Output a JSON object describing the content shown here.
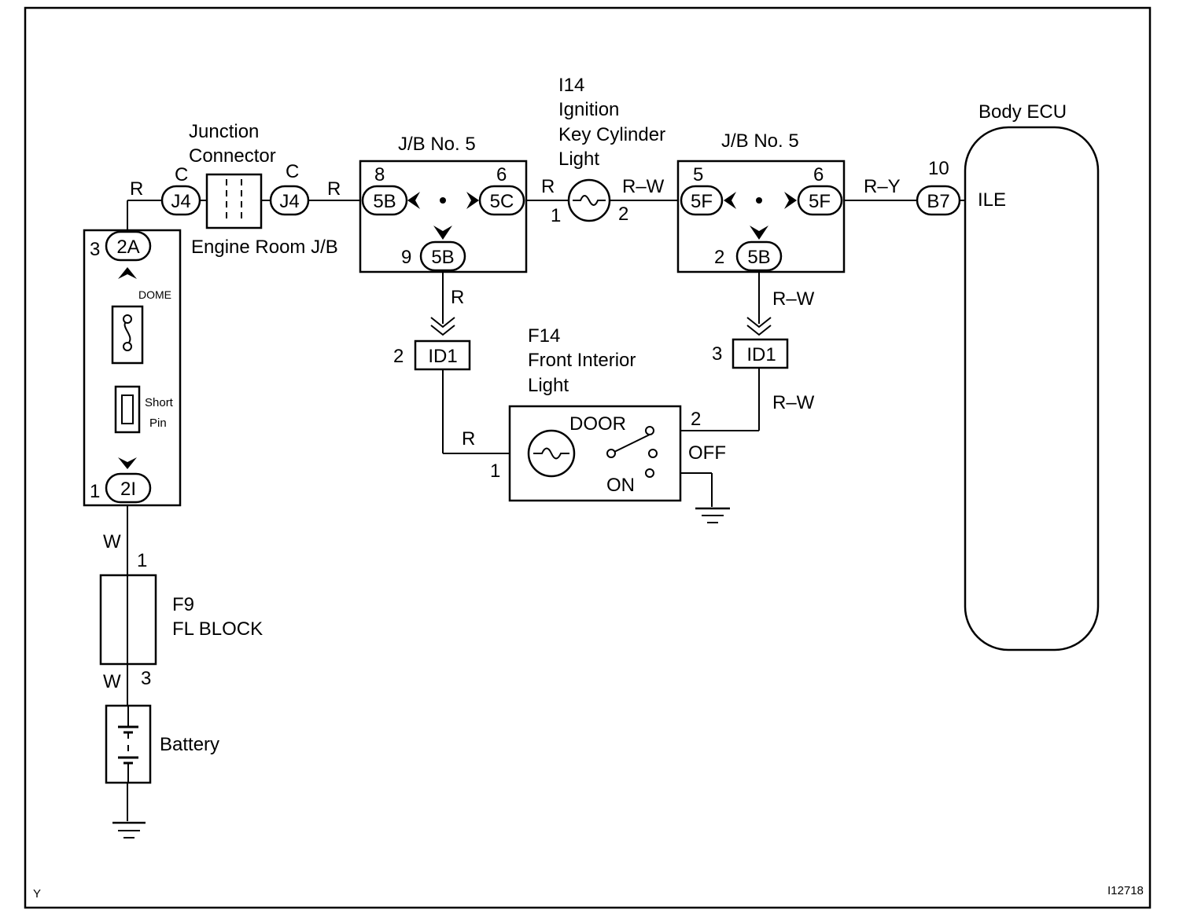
{
  "labels": {
    "junction_connector": [
      "Junction",
      "Connector"
    ],
    "engine_room_jb": "Engine Room J/B",
    "jb_no5": "J/B No. 5",
    "ignition_light": [
      "I14",
      "Ignition",
      "Key Cylinder",
      "Light"
    ],
    "body_ecu": "Body ECU",
    "ile": "ILE",
    "front_interior_light": [
      "F14",
      "Front Interior",
      "Light"
    ],
    "fl_block": [
      "F9",
      "FL BLOCK"
    ],
    "battery": "Battery",
    "dome": "DOME",
    "short_pin": [
      "Short",
      "Pin"
    ],
    "door": "DOOR",
    "off": "OFF",
    "on": "ON",
    "corner_left": "Y",
    "corner_right": "I12718"
  },
  "connectors": {
    "j4": "J4",
    "c": "C",
    "c2a": "2A",
    "c2i": "2I",
    "c5b": "5B",
    "c5c": "5C",
    "c5f": "5F",
    "b7": "B7",
    "id1": "ID1"
  },
  "wire_colors": {
    "r": "R",
    "rw": "R–W",
    "ry": "R–Y",
    "w": "W"
  },
  "pins": {
    "p1": "1",
    "p2": "2",
    "p3": "3",
    "p5": "5",
    "p6": "6",
    "p8": "8",
    "p9": "9",
    "p10": "10"
  }
}
